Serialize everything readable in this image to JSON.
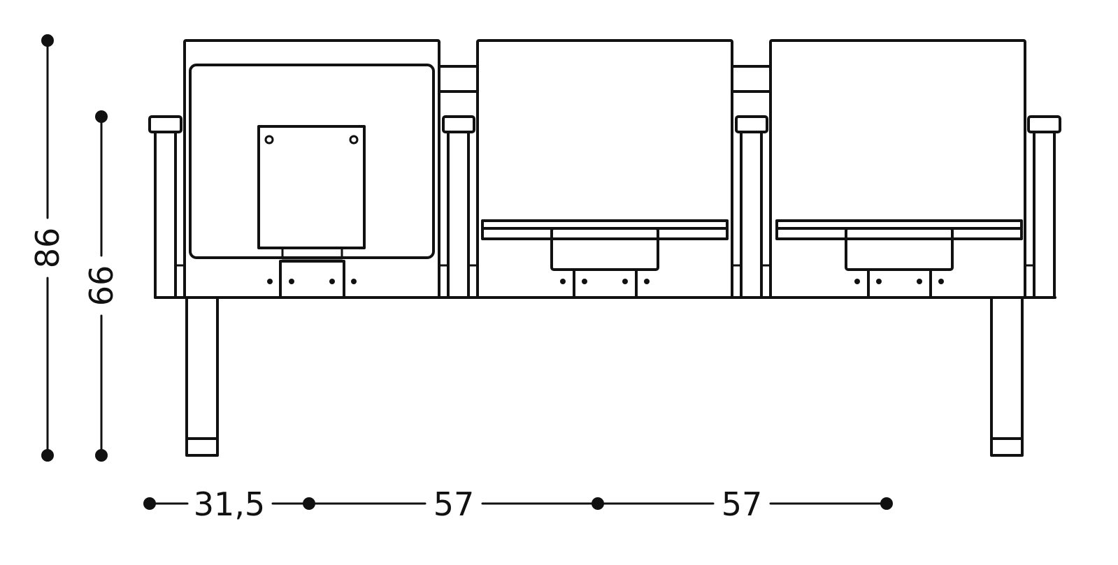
{
  "dimensions": {
    "total_height": "86",
    "armrest_height": "66",
    "first_offset": "31,5",
    "seat_spacing_1": "57",
    "seat_spacing_2": "57"
  },
  "colors": {
    "line": "#111111",
    "background": "#ffffff"
  }
}
